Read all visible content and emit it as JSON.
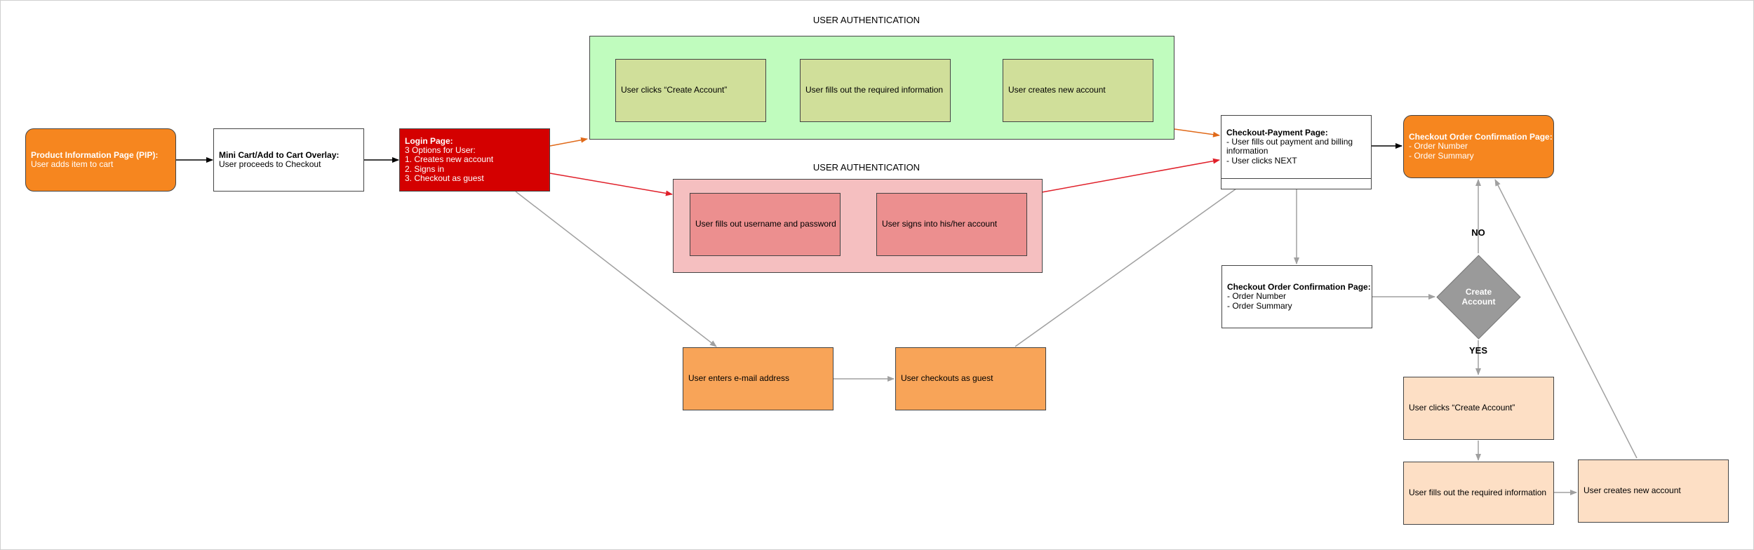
{
  "groups": {
    "signup_title": "USER AUTHENTICATION",
    "signin_title": "USER AUTHENTICATION"
  },
  "pip": {
    "title": "Product Information Page (PIP):",
    "line1": "User adds item to cart"
  },
  "minicart": {
    "title": "Mini Cart/Add to Cart Overlay:",
    "line1": "User proceeds to Checkout"
  },
  "login": {
    "title": "Login Page:",
    "lines": [
      "3 Options for User:",
      "1. Creates new account",
      "2. Signs in",
      "3. Checkout as guest"
    ]
  },
  "signup": {
    "step1": "User clicks “Create Account”",
    "step2": "User fills out the required information",
    "step3": "User creates new account"
  },
  "signin": {
    "step1": "User fills out username and password",
    "step2": "User signs into his/her account"
  },
  "guest": {
    "step1": "User enters e-mail address",
    "step2": "User checkouts as guest"
  },
  "payment": {
    "title": "Checkout-Payment Page:",
    "lines": [
      "- User fills out payment and billing",
      "information",
      "- User clicks NEXT"
    ]
  },
  "confirm_top": {
    "title": "Checkout Order Confirmation Page:",
    "lines": [
      "- Order Number",
      "- Order Summary"
    ]
  },
  "confirm_mid": {
    "title": "Checkout Order Confirmation Page:",
    "lines": [
      "- Order Number",
      "- Order Summary"
    ]
  },
  "decision": {
    "line1": "Create",
    "line2": "Account",
    "no_label": "NO",
    "yes_label": "YES"
  },
  "post": {
    "step1": "User clicks “Create Account”",
    "step2": "User fills out the required information",
    "step3": "User creates new account"
  },
  "colors": {
    "orange_dark": "#f6861f",
    "login_red": "#d40000",
    "green_group": "#c0fcbe",
    "green_step": "#d0df9a",
    "pink_group": "#f5bfc0",
    "pink_step": "#ec8f8f",
    "orange_light": "#f8a458",
    "peach": "#fddfc5",
    "connector_red": "#e0202a",
    "connector_orange": "#e06a1a",
    "connector_gray": "#a0a0a0",
    "connector_black": "#000000"
  }
}
